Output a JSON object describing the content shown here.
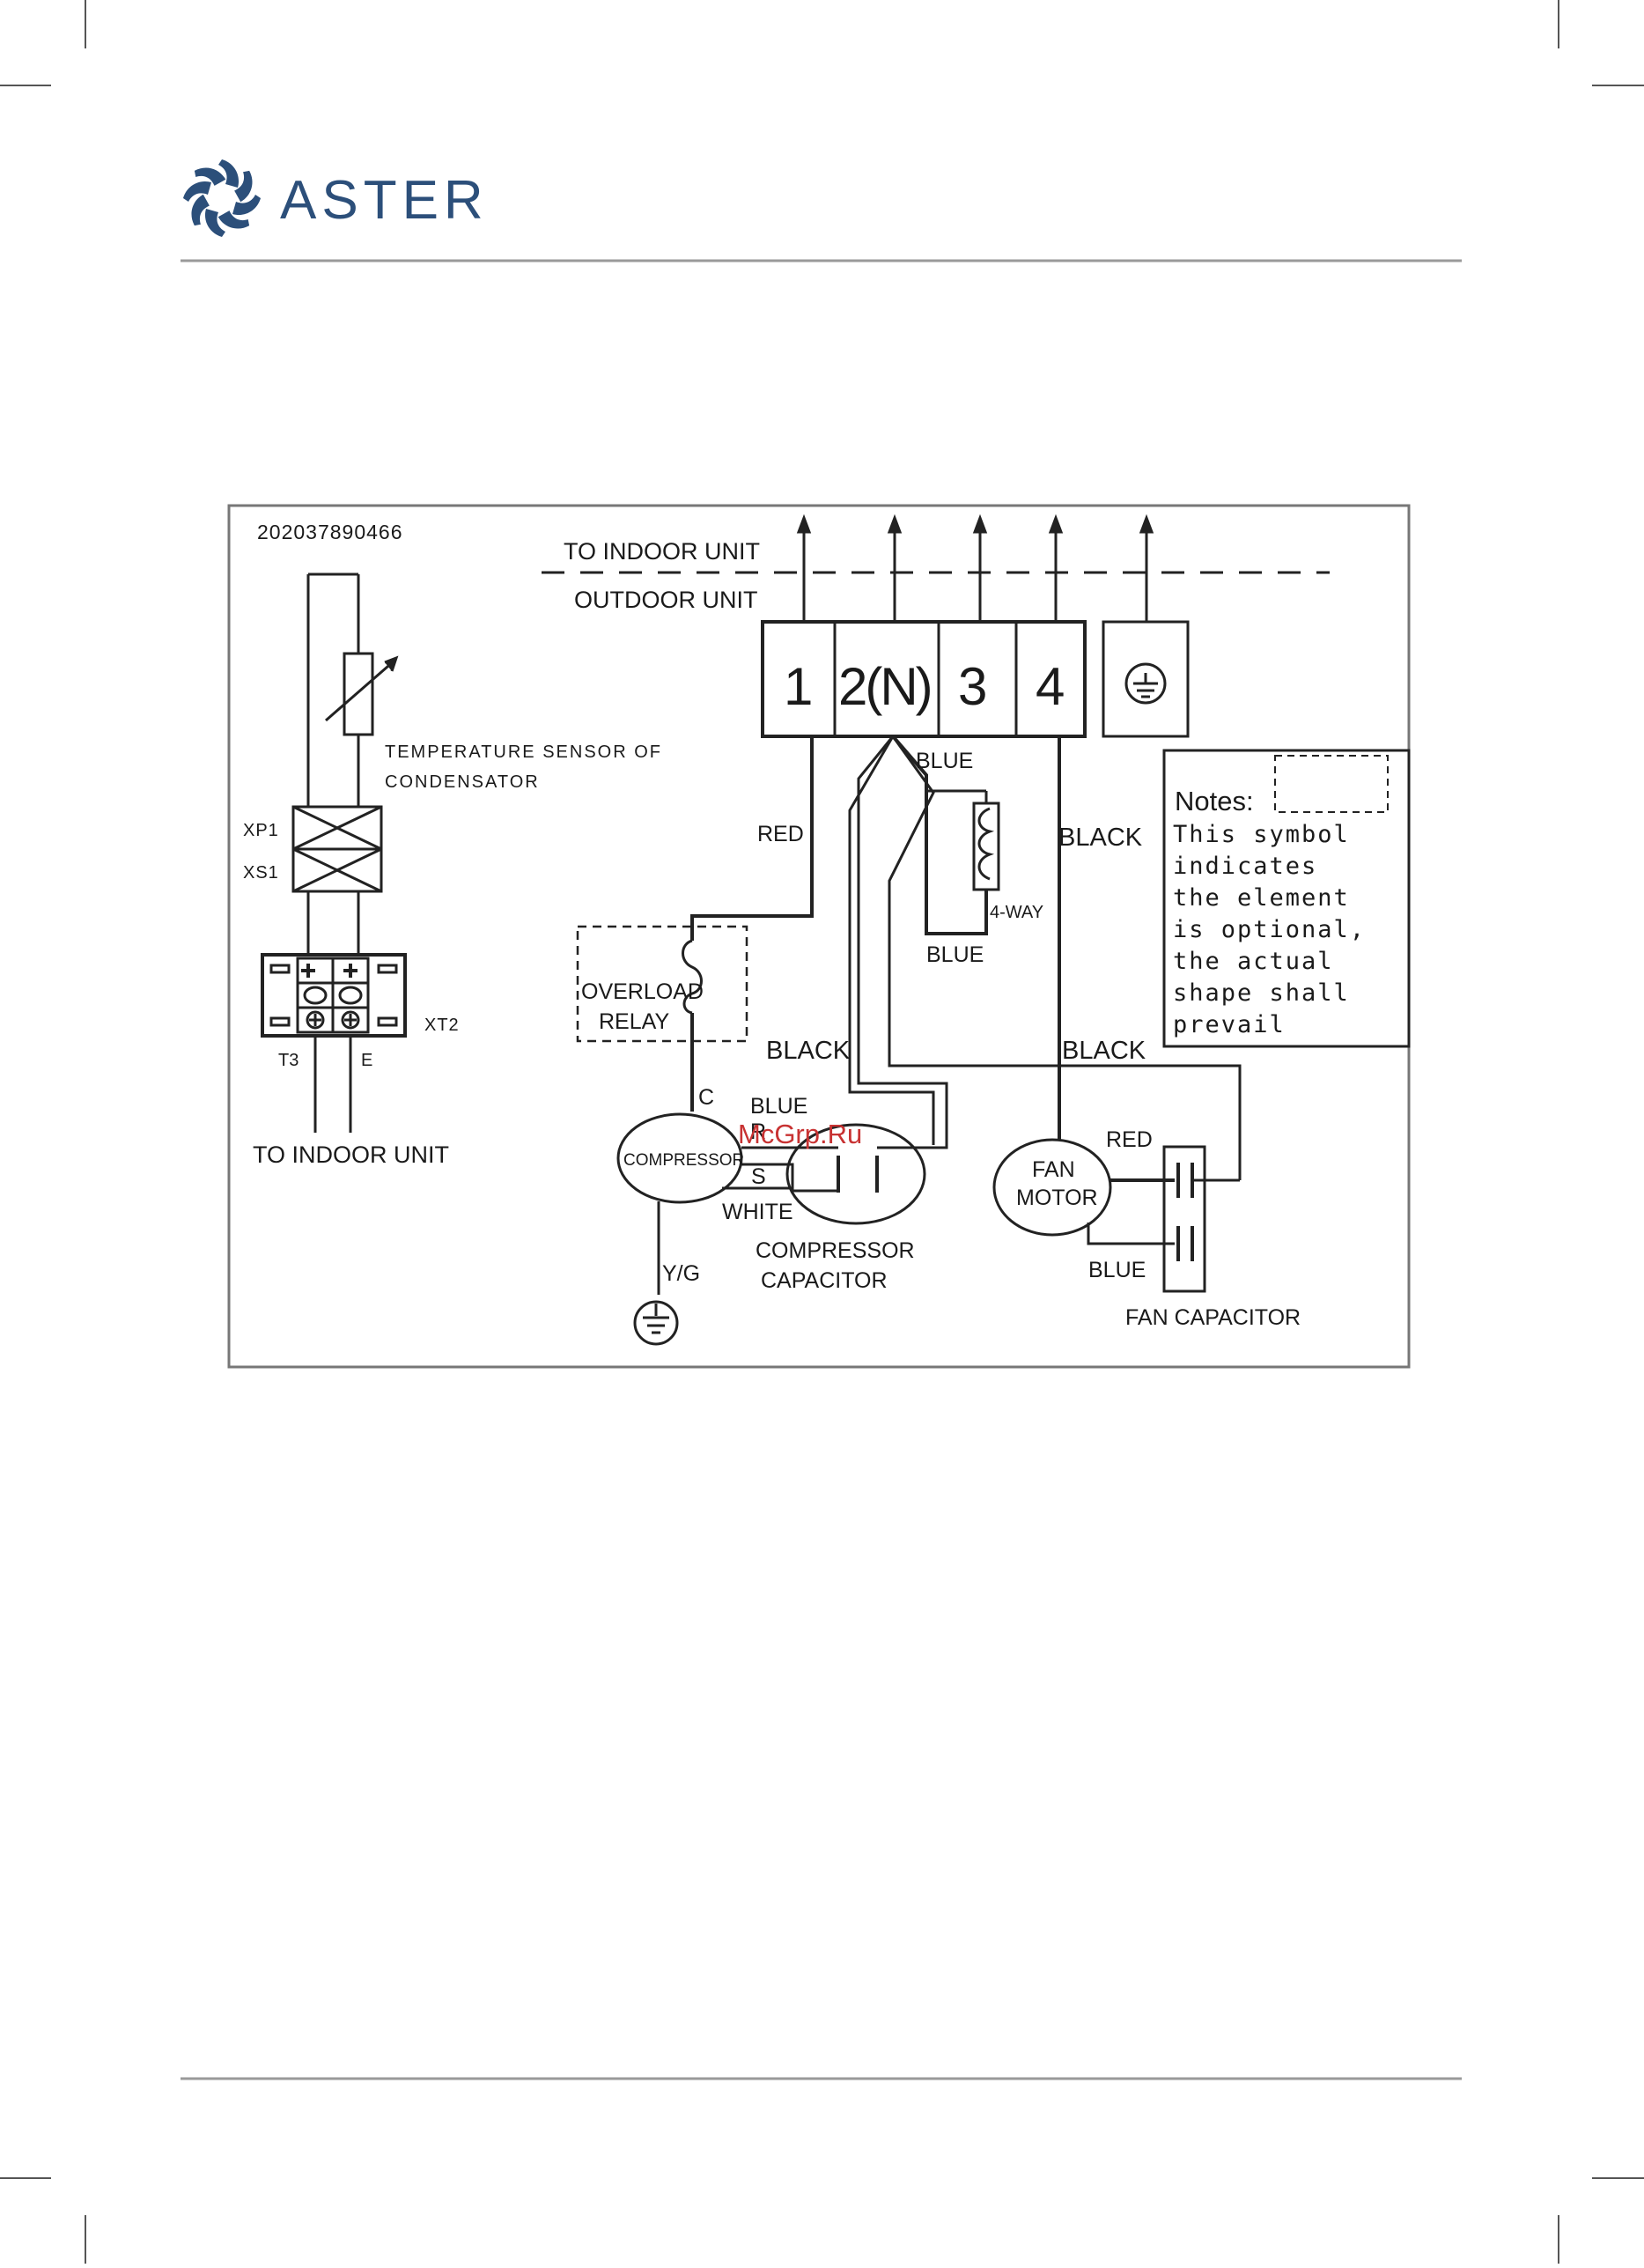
{
  "header": {
    "brand": "ASTER",
    "brand_color": "#2c4f7a",
    "logo_icon": "fan-swirl-logo",
    "rule_color": "#9a9a9a"
  },
  "diagram": {
    "code": "202037890466",
    "to_indoor_top": "TO INDOOR UNIT",
    "outdoor_unit": "OUTDOOR UNIT",
    "terminals": [
      "1",
      "2(N)",
      "3",
      "4"
    ],
    "ground_icon": "ground-icon",
    "sensor": {
      "line1": "TEMPERATURE SENSOR OF",
      "line2": "CONDENSATOR"
    },
    "xp1": "XP1",
    "xs1": "XS1",
    "xt2": "XT2",
    "t3": "T3",
    "e": "E",
    "to_indoor_bottom": "TO INDOOR UNIT",
    "wires": {
      "red": "RED",
      "blue": "BLUE",
      "blue_bottom": "BLUE",
      "black_right": "BLACK",
      "black_left": "BLACK",
      "black_mid": "BLACK",
      "blue_comp": "BLUE",
      "red_fan": "RED",
      "blue_fan": "BLUE",
      "white": "WHITE",
      "yg": "Y/G"
    },
    "four_way": "4-WAY",
    "overload": {
      "line1": "OVERLOAD",
      "line2": "RELAY"
    },
    "compressor": "COMPRESSOR",
    "c": "C",
    "r": "R",
    "s": "S",
    "comp_cap": {
      "line1": "COMPRESSOR",
      "line2": "CAPACITOR"
    },
    "fan_motor": {
      "line1": "FAN",
      "line2": "MOTOR"
    },
    "fan_cap": "FAN CAPACITOR",
    "notes": {
      "title": "Notes:",
      "lines": [
        "This symbol",
        "indicates",
        "the element",
        "is optional,",
        "the actual",
        "shape shall",
        "prevail"
      ]
    },
    "watermark": "McGrp.Ru",
    "watermark_color": "#c83232"
  }
}
